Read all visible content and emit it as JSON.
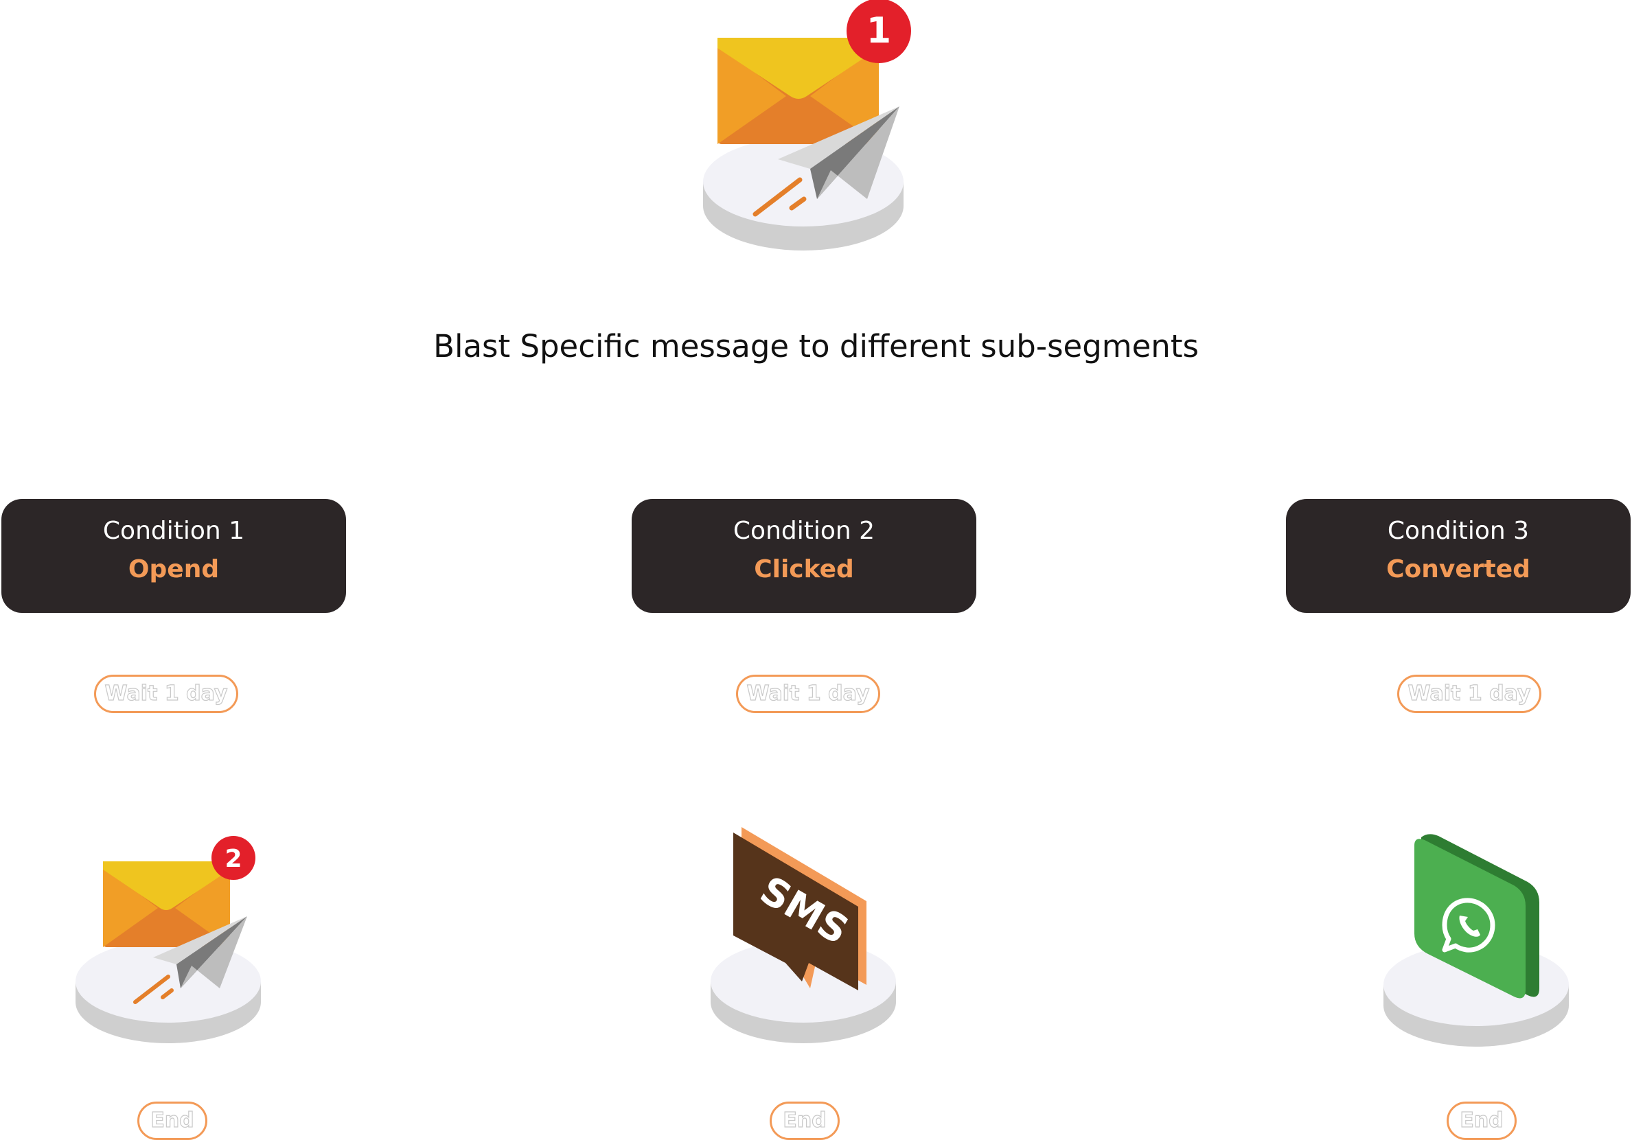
{
  "header": {
    "title": "Blast Specific message to different sub-segments",
    "main_badge": "1"
  },
  "conditions": [
    {
      "title": "Condition 1",
      "status": "Opend",
      "wait": "Wait 1 day",
      "end": "End",
      "channel_icon": "email-send-icon",
      "badge": "2"
    },
    {
      "title": "Condition 2",
      "status": "Clicked",
      "wait": "Wait 1 day",
      "end": "End",
      "channel_icon": "sms-icon",
      "icon_text": "SMS"
    },
    {
      "title": "Condition 3",
      "status": "Converted",
      "wait": "Wait 1 day",
      "end": "End",
      "channel_icon": "whatsapp-icon"
    }
  ],
  "colors": {
    "box_bg": "#2c2627",
    "accent_orange": "#f39a57",
    "badge_red": "#e3202a",
    "envelope_yellow": "#efc51f",
    "envelope_orange": "#f19e26",
    "sms_brown": "#56341b",
    "whatsapp_green": "#4caf50"
  }
}
